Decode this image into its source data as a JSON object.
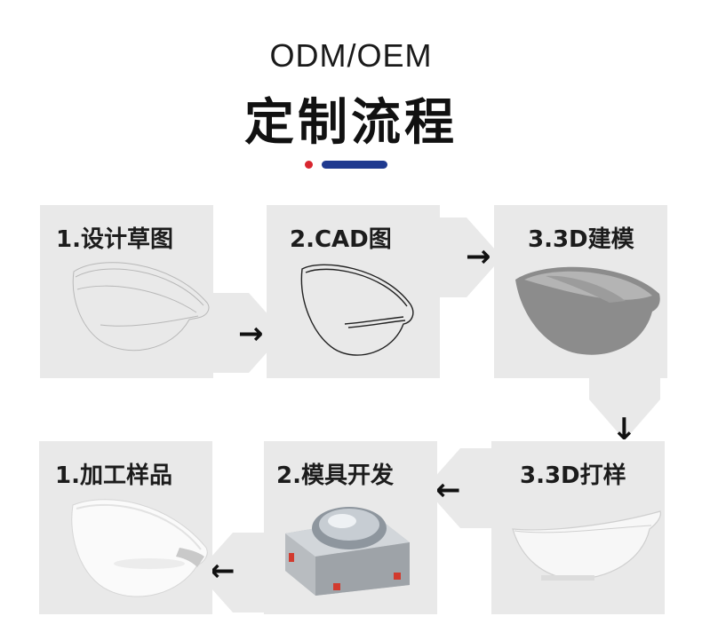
{
  "header": {
    "title_en": "ODM/OEM",
    "title_cn": "定制流程",
    "accent_dot_color": "#d8262f",
    "accent_bar_color": "#1f3a8f"
  },
  "steps": [
    {
      "label": "1.设计草图"
    },
    {
      "label": "2.CAD图"
    },
    {
      "label": "3.3D建模"
    },
    {
      "label": "3.3D打样"
    },
    {
      "label": "2.模具开发"
    },
    {
      "label": "1.加工样品"
    }
  ],
  "arrows": {
    "right": "→",
    "down": "↓",
    "left": "←"
  }
}
